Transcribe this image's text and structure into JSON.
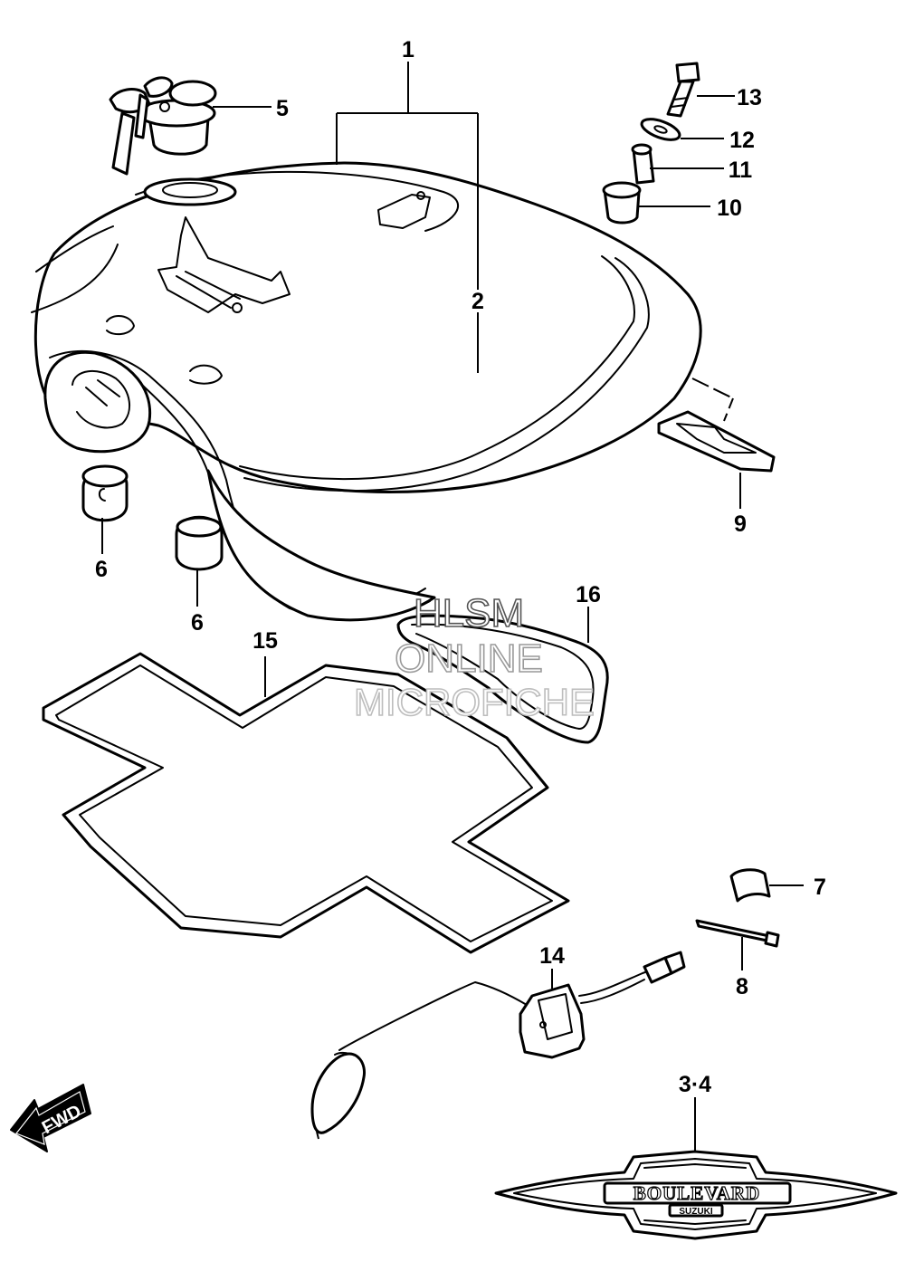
{
  "callouts": {
    "c1": "1",
    "c2": "2",
    "c3_4": "3·4",
    "c5": "5",
    "c6a": "6",
    "c6b": "6",
    "c7": "7",
    "c8": "8",
    "c9": "9",
    "c10": "10",
    "c11": "11",
    "c12": "12",
    "c13": "13",
    "c14": "14",
    "c15": "15",
    "c16": "16"
  },
  "watermark": {
    "line1": "HLSM",
    "line2": "ONLINE",
    "line3": "MICROFICHE"
  },
  "direction_arrow": {
    "label": "FWD",
    "icon": "forward-arrow-icon"
  },
  "emblem": {
    "brand_text": "BOULEVARD",
    "maker_text": "SUZUKI"
  }
}
